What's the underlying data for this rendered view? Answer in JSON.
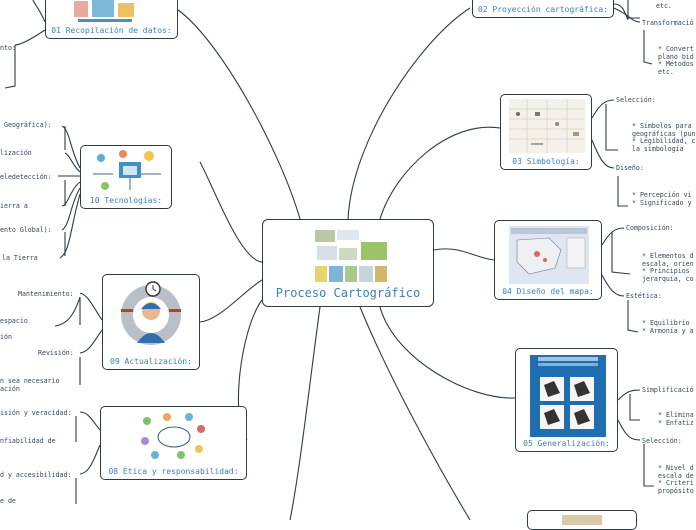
{
  "center": {
    "title": "Proceso Cartográfico"
  },
  "nodes": {
    "n01": "01 Recopilación de datos:",
    "n02": "02 Proyección cartográfica:",
    "n03": "03 Simbología:",
    "n04": "04 Diseño del mapa:",
    "n05": "05 Generalización:",
    "n08": "08 Ética y responsabilidad:",
    "n09": "09 Actualización:",
    "n10": "10 Tecnologías:"
  },
  "right": {
    "n02_etc": "etc.",
    "n02_transf": "Transformació",
    "n02_block": "* Convert\nplano bid\n* Métodos\netc.",
    "n03_sel": "Selección:",
    "n03_sel_block": "* Símbolos para\ngeográficas (pun\n* Legibilidad, c\nla simbología",
    "n03_dis": "Diseño:",
    "n03_dis_block": "* Percepción vi\n* Significado y",
    "n04_comp": "Composición:",
    "n04_comp_block": "* Elementos d\nescala, orien\n* Principios\njerarquía, co",
    "n04_est": "Estética:",
    "n04_est_block": "* Equilibrio\n* Armonía y a",
    "n05_simp": "Simplificació",
    "n05_simp_block": "* Elimina\n* Enfatiz",
    "n05_sel": "Selección:",
    "n05_sel_block": "* Nivel d\nescala de\n* Criteri\npropósito"
  },
  "left": {
    "n01_nto": "nto:",
    "n10_a": "Geográfica):",
    "n10_b": "lización",
    "n10_c": "eledetección:",
    "n10_d": "ierra a",
    "n10_e": "ento Global):",
    "n10_f": "la Tierra",
    "n09_a": "Mantenimiento:",
    "n09_b": "espacio",
    "n09_c": "ión",
    "n09_d": "Revisión:",
    "n09_e": "n sea necesario\nación",
    "n08_a": "isión y veracidad:",
    "n08_b": "nfiabilidad de",
    "n08_c": "d y accesibilidad:",
    "n08_d": "e de"
  },
  "colors": {
    "line": "#2e3b48",
    "caption": "#3d7fb8",
    "text": "#33465a"
  }
}
